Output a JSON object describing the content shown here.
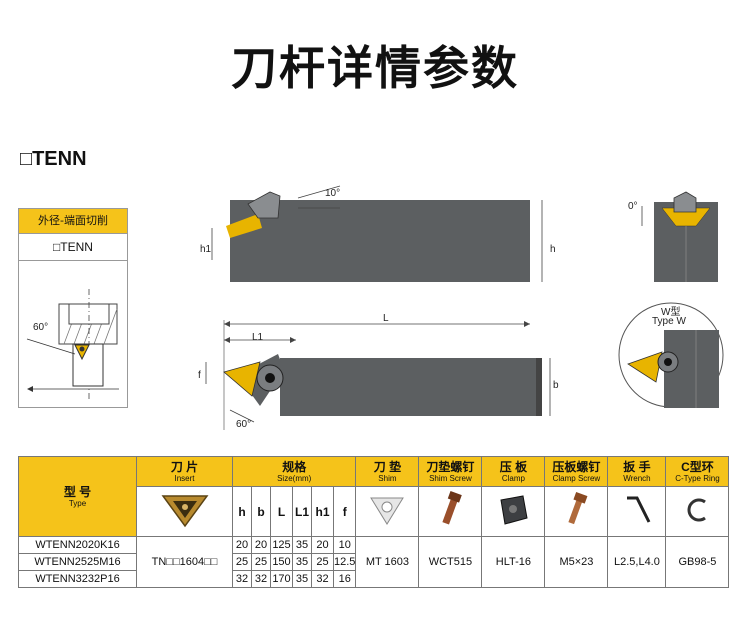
{
  "page": {
    "title": "刀杆详情参数",
    "model_label": "□TENN"
  },
  "diagram": {
    "box_header": "外径-端面切削",
    "box_model": "□TENN",
    "angle_side": "10°",
    "angle_front": "0°",
    "angle_top": "60°",
    "angle_box": "60°",
    "dim_h1": "h1",
    "dim_h": "h",
    "dim_L": "L",
    "dim_L1": "L1",
    "dim_f": "f",
    "dim_b": "b",
    "w_type_cn": "W型",
    "w_type_en": "Type W"
  },
  "table": {
    "headers": {
      "type_cn": "型 号",
      "type_en": "Type",
      "insert_cn": "刀 片",
      "insert_en": "Insert",
      "size_cn": "规格",
      "size_en": "Size(mm)",
      "shim_cn": "刀 垫",
      "shim_en": "Shim",
      "shim_screw_cn": "刀垫螺钉",
      "shim_screw_en": "Shim Screw",
      "clamp_cn": "压 板",
      "clamp_en": "Clamp",
      "clamp_screw_cn": "压板螺钉",
      "clamp_screw_en": "Clamp Screw",
      "wrench_cn": "扳 手",
      "wrench_en": "Wrench",
      "ring_cn": "C型环",
      "ring_en": "C-Type Ring"
    },
    "size_columns": [
      "h",
      "b",
      "L",
      "L1",
      "h1",
      "f"
    ],
    "rows": [
      {
        "model": "WTENN2020K16",
        "sizes": [
          "20",
          "20",
          "125",
          "35",
          "20",
          "10"
        ]
      },
      {
        "model": "WTENN2525M16",
        "sizes": [
          "25",
          "25",
          "150",
          "35",
          "25",
          "12.5"
        ]
      },
      {
        "model": "WTENN3232P16",
        "sizes": [
          "32",
          "32",
          "170",
          "35",
          "32",
          "16"
        ]
      }
    ],
    "shared": {
      "insert": "TN□□1604□□",
      "shim": "MT 1603",
      "shim_screw": "WCT515",
      "clamp": "HLT-16",
      "clamp_screw": "M5×23",
      "wrench": "L2.5,L4.0",
      "ring": "GB98-5"
    }
  },
  "colors": {
    "header_yellow": "#f5c31a",
    "holder_gray": "#5c5f61",
    "insert_gold": "#e8b400"
  }
}
